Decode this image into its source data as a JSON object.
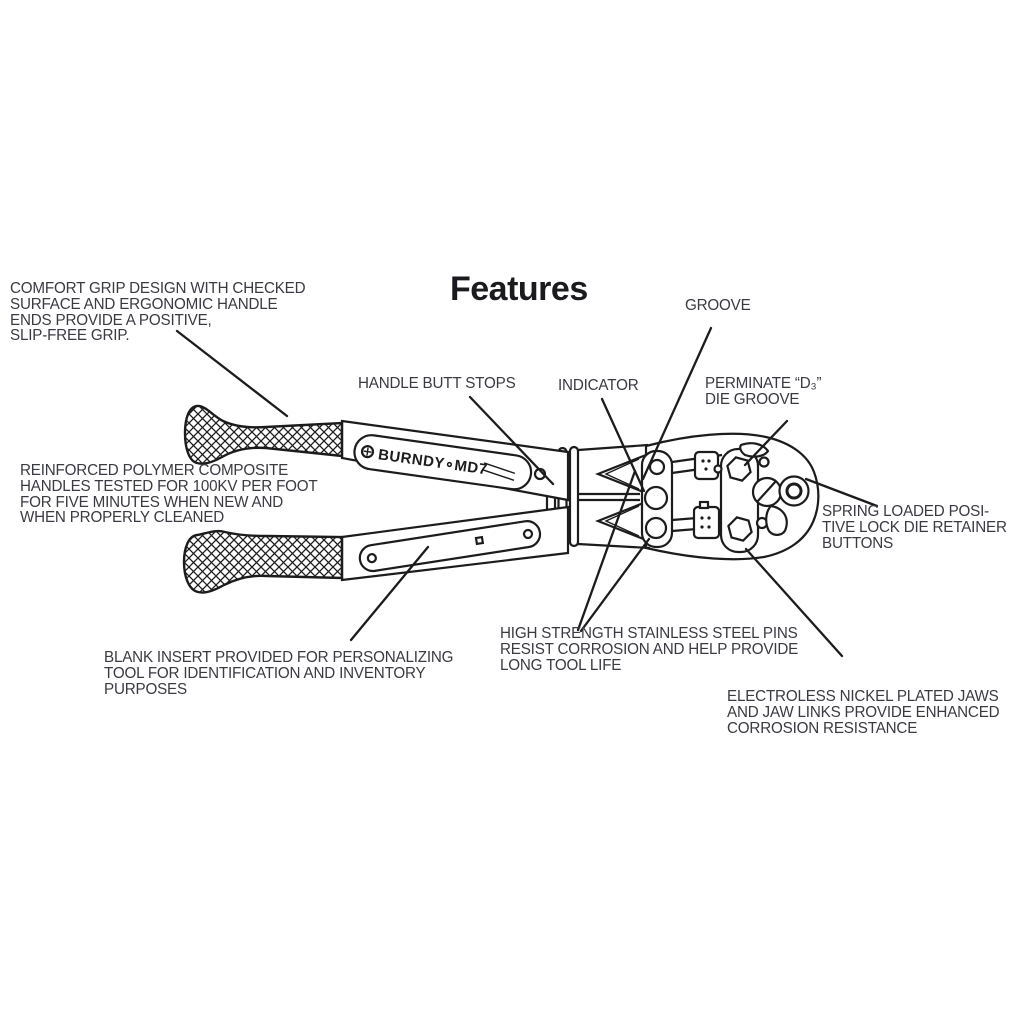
{
  "title": "Features",
  "colors": {
    "background": "#ffffff",
    "line_art": "#1c1c1c",
    "label_text": "#3a3a42",
    "title_text": "#1b1b1f"
  },
  "tool": {
    "brand_label": "BURNDY∘MD7"
  },
  "callouts": {
    "comfort_grip": {
      "text": "COMFORT GRIP DESIGN WITH CHECKED\nSURFACE AND ERGONOMIC HANDLE\nENDS PROVIDE A POSITIVE,\nSLIP-FREE GRIP."
    },
    "handle_butt_stops": {
      "text": "HANDLE BUTT STOPS"
    },
    "indicator": {
      "text": "INDICATOR"
    },
    "groove": {
      "text": "GROOVE"
    },
    "perminate_die_groove": {
      "text": "PERMINATE “D₃”\nDIE GROOVE"
    },
    "reinforced_handles": {
      "text": "REINFORCED POLYMER COMPOSITE\nHANDLES TESTED FOR 100KV PER FOOT\nFOR FIVE MINUTES WHEN NEW AND\nWHEN PROPERLY CLEANED"
    },
    "spring_loaded_buttons": {
      "text": "SPRING LOADED POSI-\nTIVE LOCK DIE RETAINER\nBUTTONS"
    },
    "blank_insert": {
      "text": "BLANK INSERT PROVIDED FOR PERSONALIZING\nTOOL FOR IDENTIFICATION AND INVENTORY\nPURPOSES"
    },
    "stainless_pins": {
      "text": "HIGH STRENGTH STAINLESS STEEL PINS\nRESIST CORROSION AND HELP PROVIDE\nLONG TOOL LIFE"
    },
    "nickel_plated_jaws": {
      "text": "ELECTROLESS NICKEL PLATED JAWS\nAND JAW LINKS PROVIDE ENHANCED\nCORROSION RESISTANCE"
    }
  }
}
